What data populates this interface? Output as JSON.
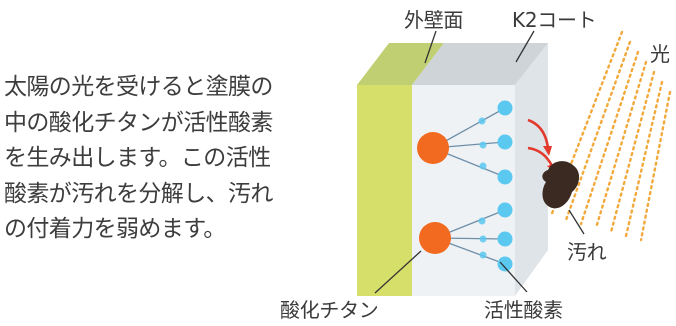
{
  "description": {
    "lines": [
      "太陽の光を受けると塗膜の",
      "中の酸化チタンが活性酸素",
      "を生み出します。この活性",
      "酸素が汚れを分解し、汚れ",
      "の付着力を弱めます。"
    ]
  },
  "labels": {
    "outer_wall": "外壁面",
    "k2_coat": "K2コート",
    "light": "光",
    "dirt": "汚れ",
    "titanium_oxide": "酸化チタン",
    "active_oxygen": "活性酸素"
  },
  "colors": {
    "wall_face": "#d6df6a",
    "wall_top": "#bfcf72",
    "coat_face": "#eef2f5",
    "coat_top": "#cfd4d8",
    "coat_side": "#dfe4e8",
    "titanium_oxide": "#f26a1f",
    "active_oxygen": "#5bc8f0",
    "connector_line": "#6f8fa8",
    "light_rays": "#f2a93b",
    "dirt_arrow": "#e23a2c",
    "dirt": "#3a2a22",
    "callout_line": "#333333"
  }
}
